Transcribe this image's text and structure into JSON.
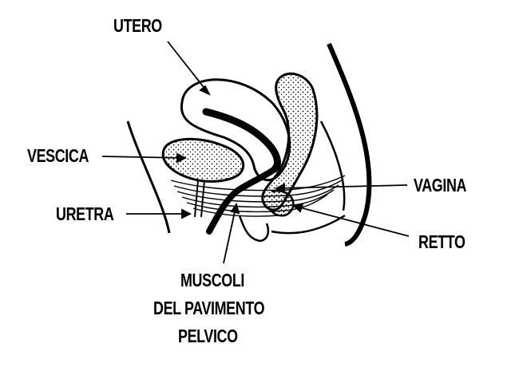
{
  "labels": {
    "utero": "UTERO",
    "vescica": "VESCICA",
    "uretra": "URETRA",
    "vagina": "VAGINA",
    "retto": "RETTO",
    "muscoli": [
      "MUSCOLI",
      "DEL PAVIMENTO",
      "PELVICO"
    ]
  },
  "colors": {
    "ink": "#000000",
    "paper": "#ffffff"
  }
}
